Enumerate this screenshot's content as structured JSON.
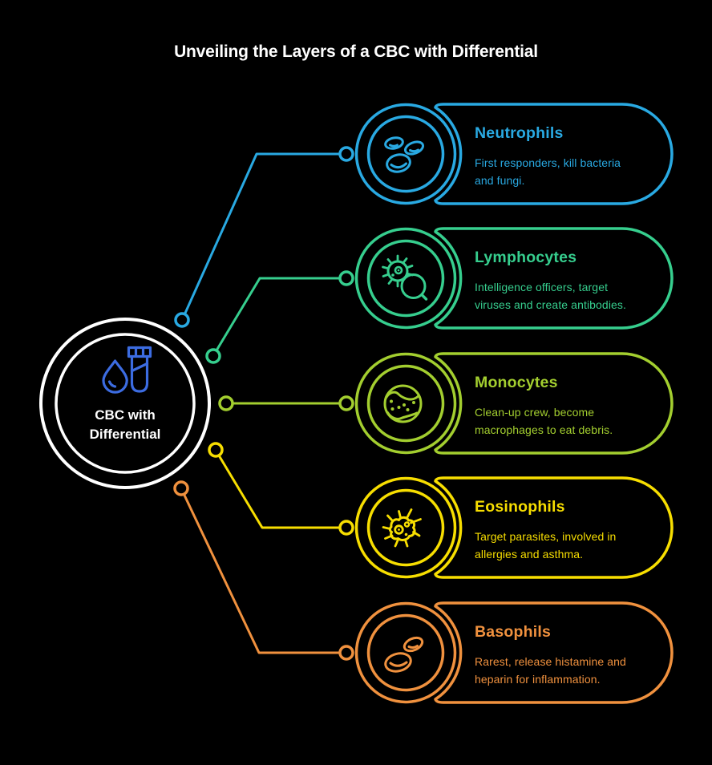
{
  "title": "Unveiling the Layers of a CBC with Differential",
  "title_color": "#FFFFFF",
  "background_color": "#000000",
  "center": {
    "label_lines": [
      "CBC with",
      "Differential"
    ],
    "label": "CBC with Differential",
    "label_color": "#FFFFFF",
    "ring_color": "#FFFFFF",
    "icon_color": "#3C6CE1",
    "icon": "blood-drop-and-test-tube-icon"
  },
  "branches": [
    {
      "title": "Neutrophils",
      "description": "First responders, kill bacteria and fungi.",
      "description_lines": [
        "First responders, kill bacteria",
        "and fungi."
      ],
      "color": "#29A9E2",
      "icon": "red-blood-cells-icon"
    },
    {
      "title": "Lymphocytes",
      "description": "Intelligence officers, target viruses and create antibodies.",
      "description_lines": [
        "Intelligence officers, target",
        "viruses and create antibodies."
      ],
      "color": "#36CE8E",
      "icon": "virus-with-magnifier-icon"
    },
    {
      "title": "Monocytes",
      "description": "Clean-up crew, become macrophages to eat debris.",
      "description_lines": [
        "Clean-up crew, become",
        "macrophages to eat debris."
      ],
      "color": "#A3CE2F",
      "icon": "monocyte-cell-icon"
    },
    {
      "title": "Eosinophils",
      "description": "Target parasites, involved in allergies and asthma.",
      "description_lines": [
        "Target parasites, involved in",
        "allergies and asthma."
      ],
      "color": "#F7DE00",
      "icon": "spiky-cell-icon"
    },
    {
      "title": "Basophils",
      "description": "Rarest, release histamine and heparin for inflammation.",
      "description_lines": [
        "Rarest, release histamine and",
        "heparin for inflammation."
      ],
      "color": "#F0913E",
      "icon": "basophil-cells-icon"
    }
  ]
}
